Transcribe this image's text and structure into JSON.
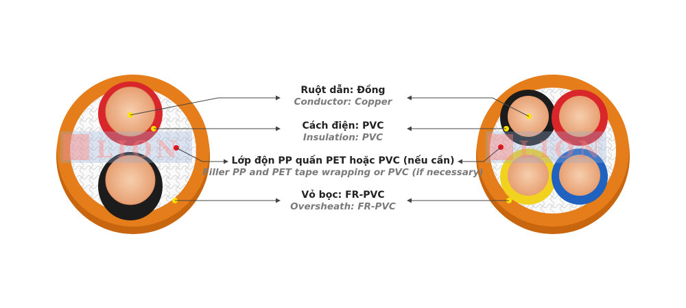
{
  "labels": [
    {
      "vi": "Ruột dẫn: Đồng",
      "en": "Conductor: Copper"
    },
    {
      "vi": "Cách điện: PVC",
      "en": "Insulation: PVC"
    },
    {
      "vi": "Lớp độn PP quấn PET hoặc PVC (nếu cần)",
      "en": "Filler PP and PET tape wrapping or PVC (if necessary)"
    },
    {
      "vi": "Vỏ bọc: FR-PVC",
      "en": "Oversheath: FR-PVC"
    }
  ],
  "watermark": "LION",
  "colors": {
    "sheath": "#e07a18",
    "copper": "#f0b48a",
    "red": "#d9262b",
    "black": "#1c1c1c",
    "yellow": "#f1d21e",
    "blue": "#1f62c0",
    "marker_yellow": "#ffe400",
    "marker_red": "#e8141c"
  }
}
